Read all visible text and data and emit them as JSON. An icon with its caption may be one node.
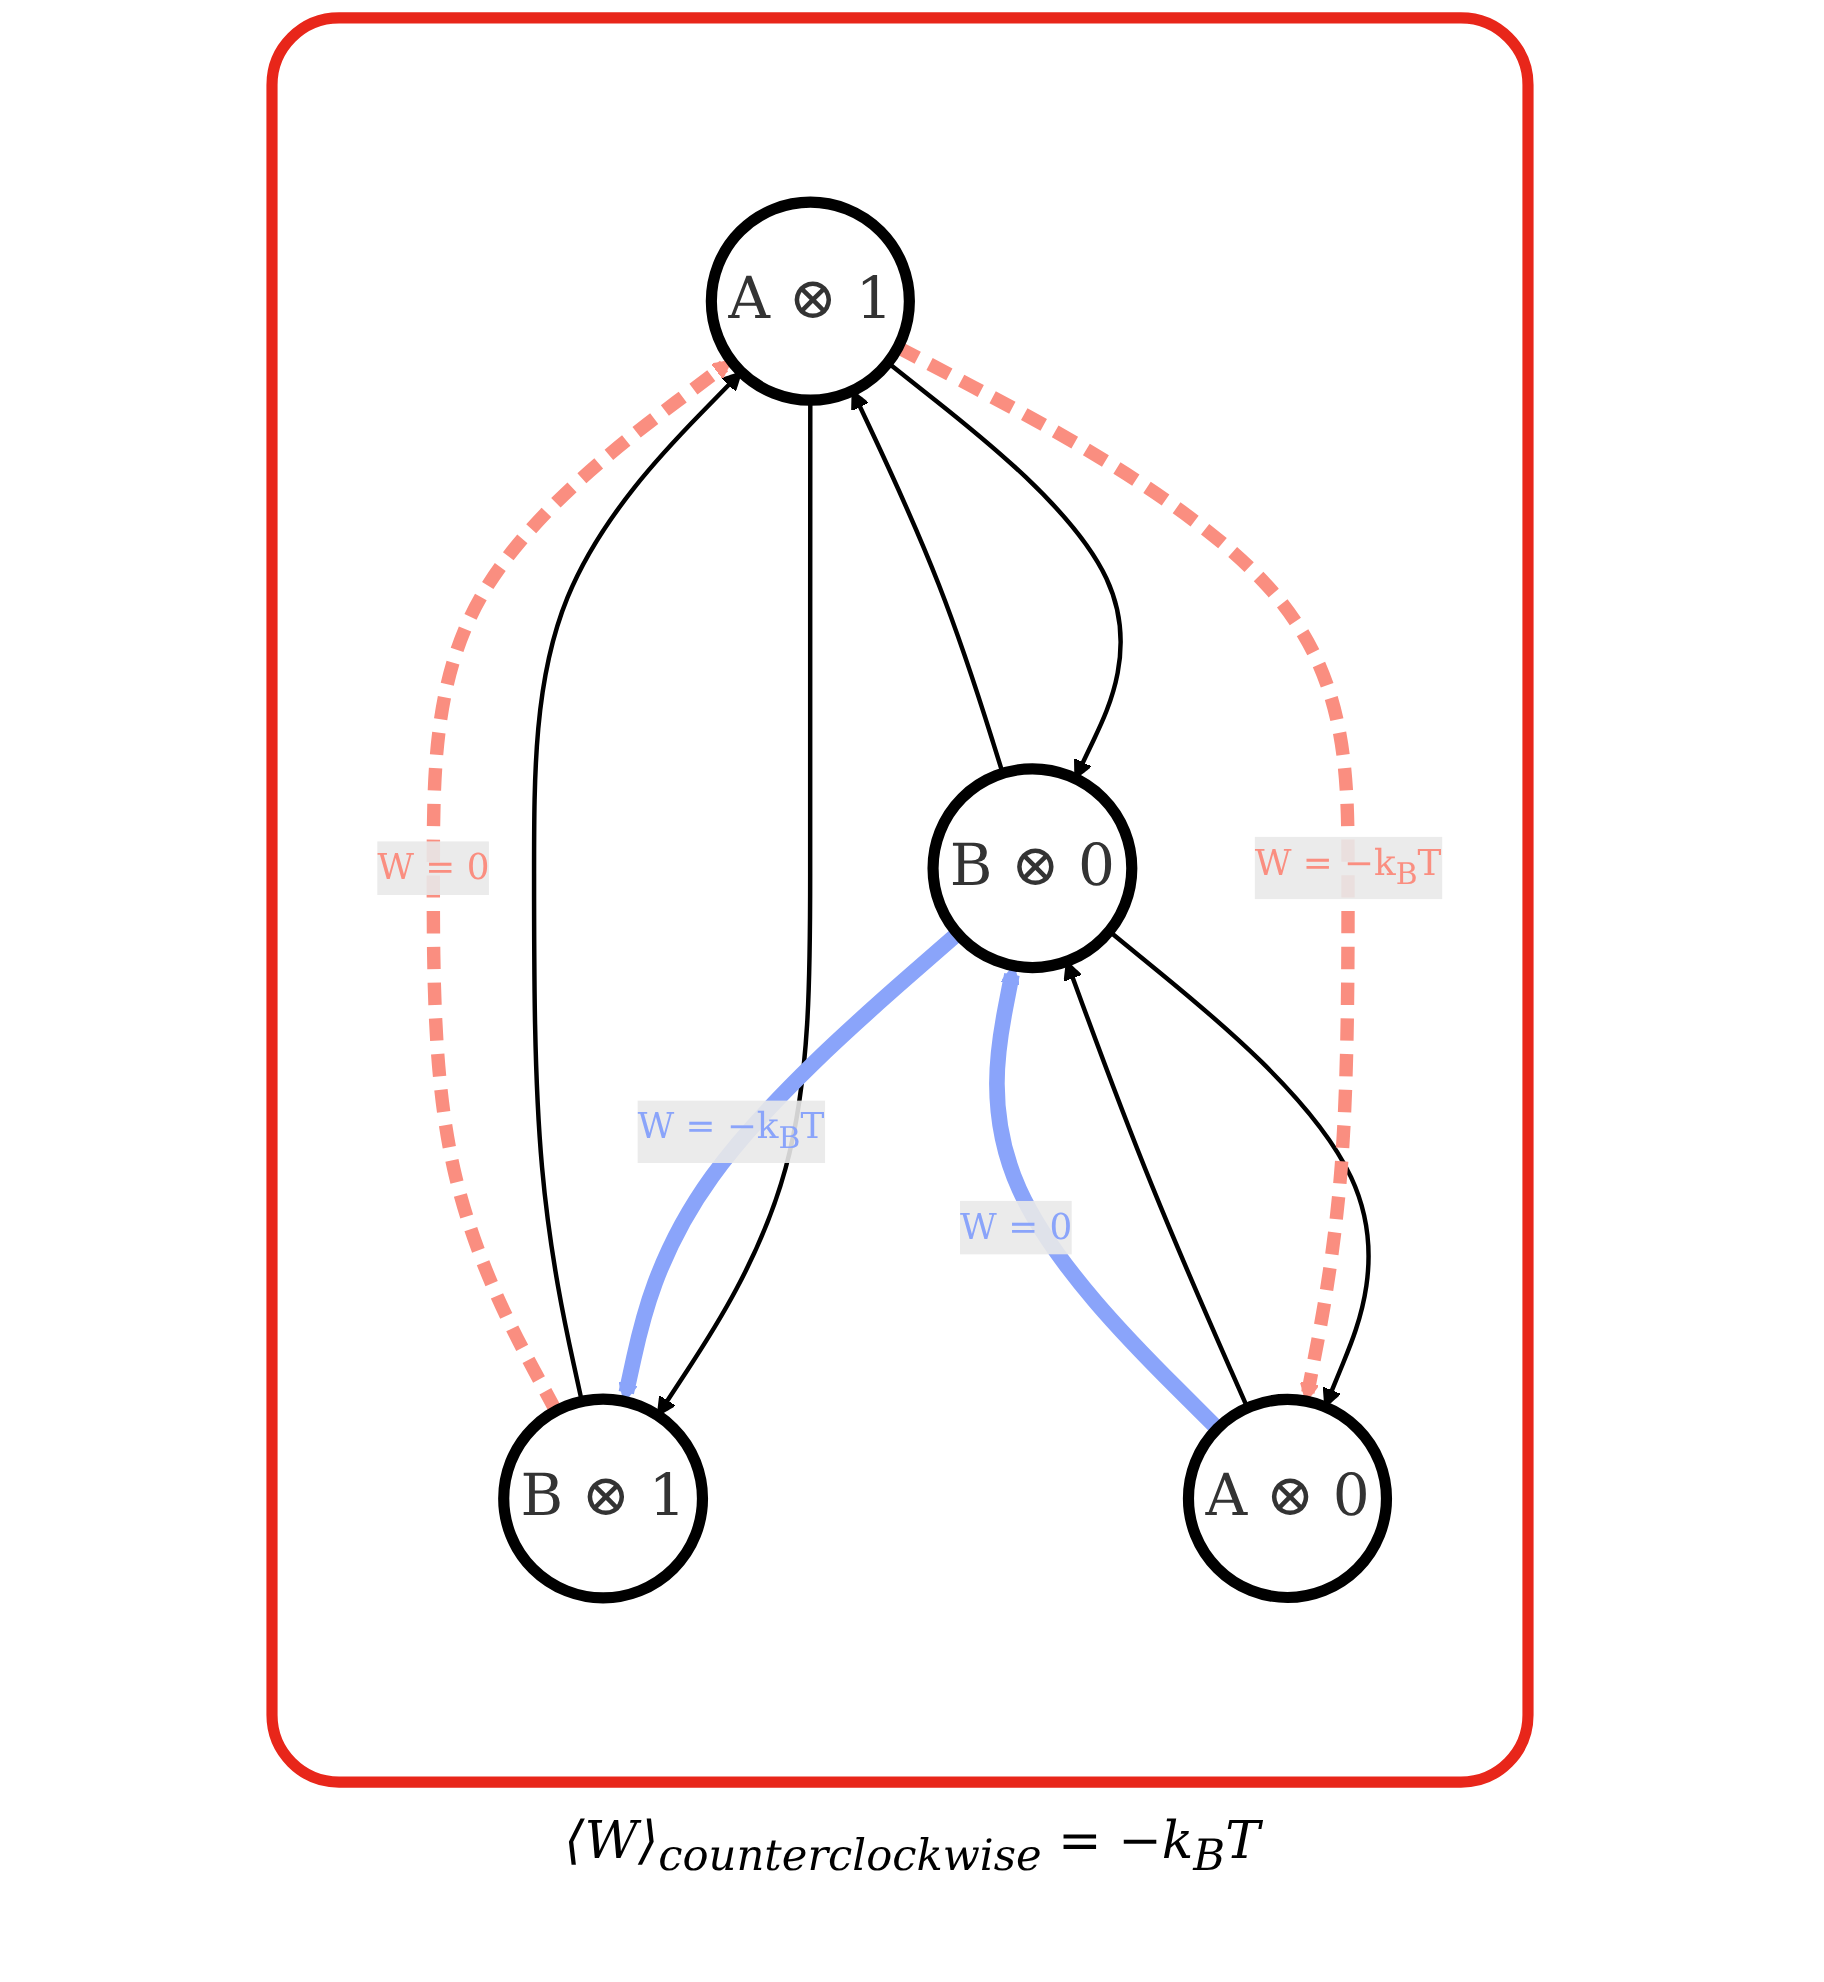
{
  "diagram": {
    "caption": "⟨W⟩$_{counterclockwise}$ = −k$_{B}$T",
    "nodes": [
      {
        "text": [],
        "shape": "box"
      },
      {
        "text": [
          "A ⊗ 1"
        ],
        "in": 0
      },
      {
        "text": [
          "B ⊗ 1"
        ],
        "in": 0
      },
      {
        "text": [
          "A ⊗ 0"
        ],
        "in": 0
      },
      {
        "text": [
          "B ⊗ 0"
        ],
        "in": 0
      }
    ],
    "edges": [
      {
        "from": 2,
        "to": 1,
        "arrow": "to"
      },
      {
        "from": 1,
        "to": 2,
        "arrow": "to"
      },
      {
        "from": 1,
        "to": 4,
        "arrow": "to"
      },
      {
        "from": 4,
        "to": 1,
        "arrow": "to"
      },
      {
        "from": 4,
        "to": 3,
        "arrow": "to"
      },
      {
        "from": 3,
        "to": 4,
        "arrow": "to"
      },
      {
        "from": 2,
        "to": 1,
        "arrow": "to",
        "label": "W = 0",
        "style": "dashed",
        "color": "#fa8e80"
      },
      {
        "from": 1,
        "to": 3,
        "arrow": "to",
        "label": "W = −k$_{B}$T",
        "style": "dashed",
        "color": "#fa8e80"
      },
      {
        "from": 3,
        "to": 4,
        "arrow": "to",
        "label": "W = 0",
        "style": "thick",
        "color": "#8aa4fa"
      },
      {
        "from": 4,
        "to": 2,
        "arrow": "to",
        "label": "W = −k$_{B}$T",
        "style": "thick",
        "color": "#8aa4fa"
      }
    ]
  }
}
